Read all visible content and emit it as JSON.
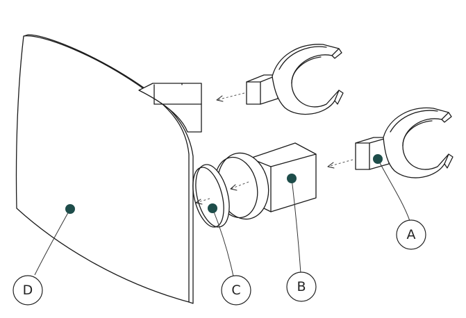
{
  "callouts": {
    "a": "A",
    "b": "B",
    "c": "C",
    "d": "D"
  },
  "colors": {
    "callout_dot": "#1e4d4a",
    "outline": "#1a1a1a"
  }
}
